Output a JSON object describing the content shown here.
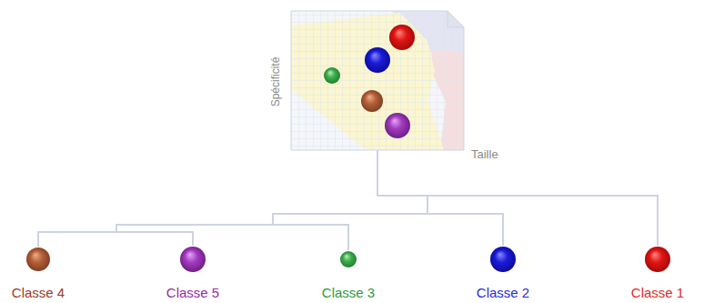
{
  "diagram": {
    "nodes": [
      {
        "text": [
          "Spécificité",
          "Taille"
        ]
      },
      {
        "text": [
          "Classe 4"
        ]
      },
      {
        "text": [
          "Classe 5"
        ]
      },
      {
        "text": [
          "Classe 3"
        ]
      },
      {
        "text": [
          "Classe 2"
        ]
      },
      {
        "text": [
          "Classe 1"
        ]
      }
    ],
    "edges": [
      {
        "from": 0,
        "to": 1,
        "arrow": "none"
      },
      {
        "from": 0,
        "to": 2,
        "arrow": "none"
      },
      {
        "from": 0,
        "to": 3,
        "arrow": "none"
      },
      {
        "from": 0,
        "to": 4,
        "arrow": "none"
      },
      {
        "from": 0,
        "to": 5,
        "arrow": "none"
      }
    ]
  }
}
